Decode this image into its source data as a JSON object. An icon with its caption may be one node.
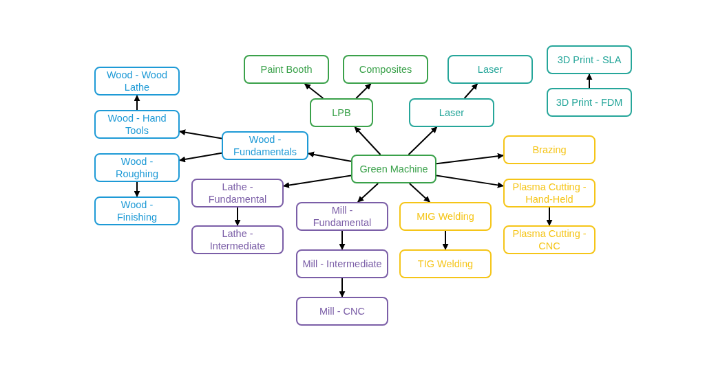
{
  "diagram": {
    "nodes": [
      {
        "text": [
          "Green Machine"
        ]
      },
      {
        "text": [
          "LPB"
        ]
      },
      {
        "text": [
          "Paint Booth"
        ]
      },
      {
        "text": [
          "Composites"
        ]
      },
      {
        "text": [
          "Laser"
        ]
      },
      {
        "text": [
          "Laser"
        ]
      },
      {
        "text": [
          "3D Print - SLA"
        ]
      },
      {
        "text": [
          "3D Print - FDM"
        ]
      },
      {
        "text": [
          "Wood - Fundamentals"
        ]
      },
      {
        "text": [
          "Wood - Wood Lathe"
        ]
      },
      {
        "text": [
          "Wood - Hand Tools"
        ]
      },
      {
        "text": [
          "Wood - Roughing"
        ]
      },
      {
        "text": [
          "Wood - Finishing"
        ]
      },
      {
        "text": [
          "Lathe - Fundamental"
        ]
      },
      {
        "text": [
          "Lathe - Intermediate"
        ]
      },
      {
        "text": [
          "Mill - Fundamental"
        ]
      },
      {
        "text": [
          "Mill - Intermediate"
        ]
      },
      {
        "text": [
          "Mill - CNC"
        ]
      },
      {
        "text": [
          "MIG Welding"
        ]
      },
      {
        "text": [
          "TIG Welding"
        ]
      },
      {
        "text": [
          "Brazing"
        ]
      },
      {
        "text": [
          "Plasma Cutting - Hand-Held"
        ]
      },
      {
        "text": [
          "Plasma Cutting - CNC"
        ]
      }
    ],
    "edges": [
      {
        "from": 0,
        "to": 1,
        "arrow": "to"
      },
      {
        "from": 1,
        "to": 2,
        "arrow": "to"
      },
      {
        "from": 1,
        "to": 3,
        "arrow": "to"
      },
      {
        "from": 0,
        "to": 4,
        "arrow": "to"
      },
      {
        "from": 4,
        "to": 5,
        "arrow": "to"
      },
      {
        "from": 7,
        "to": 6,
        "arrow": "to"
      },
      {
        "from": 0,
        "to": 8,
        "arrow": "to"
      },
      {
        "from": 8,
        "to": 10,
        "arrow": "to"
      },
      {
        "from": 8,
        "to": 11,
        "arrow": "to"
      },
      {
        "from": 10,
        "to": 9,
        "arrow": "to"
      },
      {
        "from": 11,
        "to": 12,
        "arrow": "to"
      },
      {
        "from": 0,
        "to": 13,
        "arrow": "to"
      },
      {
        "from": 13,
        "to": 14,
        "arrow": "to"
      },
      {
        "from": 0,
        "to": 15,
        "arrow": "to"
      },
      {
        "from": 15,
        "to": 16,
        "arrow": "to"
      },
      {
        "from": 16,
        "to": 17,
        "arrow": "to"
      },
      {
        "from": 0,
        "to": 18,
        "arrow": "to"
      },
      {
        "from": 18,
        "to": 19,
        "arrow": "to"
      },
      {
        "from": 0,
        "to": 20,
        "arrow": "to"
      },
      {
        "from": 0,
        "to": 21,
        "arrow": "to"
      },
      {
        "from": 21,
        "to": 22,
        "arrow": "to"
      }
    ]
  }
}
